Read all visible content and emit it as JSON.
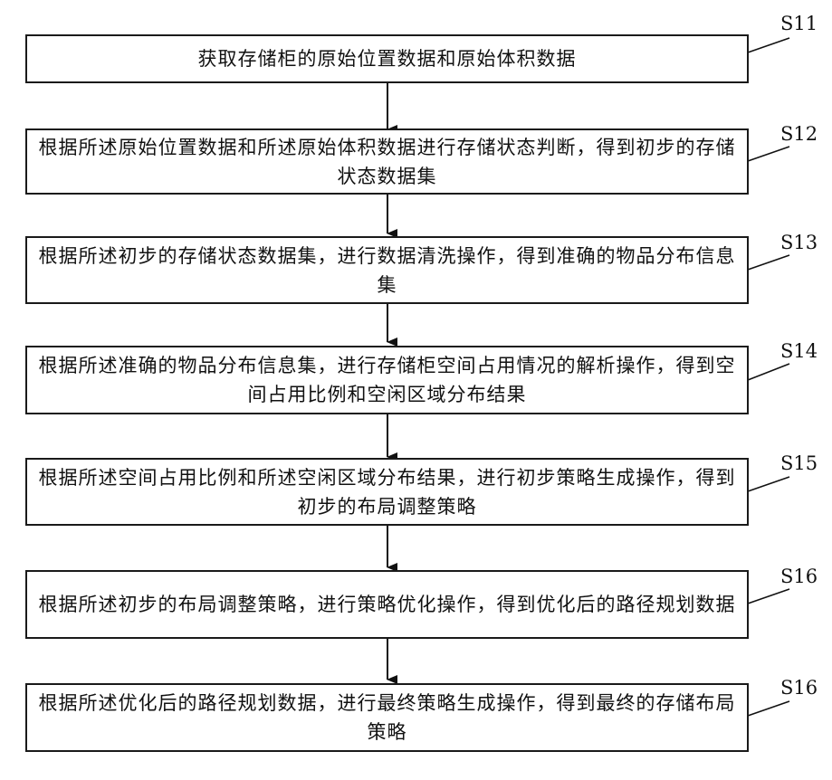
{
  "steps": [
    {
      "label": "S11",
      "text": "获取存储柜的原始位置数据和原始体积数据"
    },
    {
      "label": "S12",
      "text": "根据所述原始位置数据和所述原始体积数据进行存储状态判断，得到初步的存储状态数据集"
    },
    {
      "label": "S13",
      "text": "根据所述初步的存储状态数据集，进行数据清洗操作，得到准确的物品分布信息集"
    },
    {
      "label": "S14",
      "text": "根据所述准确的物品分布信息集，进行存储柜空间占用情况的解析操作，得到空间占用比例和空闲区域分布结果"
    },
    {
      "label": "S15",
      "text": "根据所述空间占用比例和所述空闲区域分布结果，进行初步策略生成操作，得到初步的布局调整策略"
    },
    {
      "label": "S16",
      "text": "根据所述初步的布局调整策略，进行策略优化操作，得到优化后的路径规划数据"
    },
    {
      "label": "S16",
      "text": "根据所述优化后的路径规划数据，进行最终策略生成操作，得到最终的存储布局策略"
    }
  ]
}
